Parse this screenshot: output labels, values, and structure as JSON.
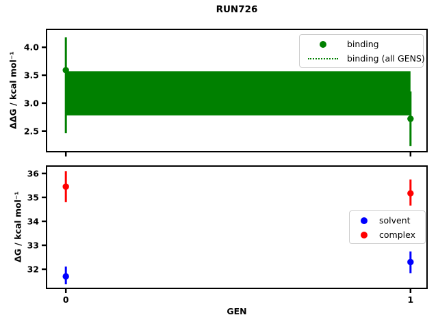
{
  "chart_data": [
    {
      "type": "scatter",
      "title": "RUN726",
      "ylabel": "ΔΔG / kcal mol⁻¹",
      "xlabel": "",
      "xlim": [
        -0.056,
        1.048
      ],
      "ylim": [
        2.13,
        4.32
      ],
      "grid": false,
      "legend_position": "upper right",
      "yticks": {
        "values": [
          2.5,
          3.0,
          3.5,
          4.0
        ],
        "labels": [
          "2.5",
          "3.0",
          "3.5",
          "4.0"
        ]
      },
      "xticks": {
        "values": [
          0,
          1
        ],
        "labels": [
          "0",
          "1"
        ],
        "show_labels": false
      },
      "series": [
        {
          "name": "binding",
          "type": "errorbar",
          "marker": "circle",
          "color": "#008000",
          "x": [
            0,
            1
          ],
          "y": [
            3.59,
            2.72
          ],
          "yerr_upper": [
            4.18,
            3.21
          ],
          "yerr_lower": [
            2.46,
            2.23
          ]
        }
      ],
      "band": {
        "name": "binding (all GENS)",
        "color": "#008000",
        "linestyle": "dotted",
        "x": [
          0,
          1
        ],
        "lower": 2.78,
        "upper": 3.57
      }
    },
    {
      "type": "scatter",
      "title": "",
      "ylabel": "ΔG / kcal mol⁻¹",
      "xlabel": "GEN",
      "xlim": [
        -0.056,
        1.048
      ],
      "ylim": [
        31.2,
        36.31
      ],
      "grid": false,
      "legend_position": "center right",
      "yticks": {
        "values": [
          32,
          33,
          34,
          35,
          36
        ],
        "labels": [
          "32",
          "33",
          "34",
          "35",
          "36"
        ]
      },
      "xticks": {
        "values": [
          0,
          1
        ],
        "labels": [
          "0",
          "1"
        ],
        "show_labels": true
      },
      "series": [
        {
          "name": "solvent",
          "type": "errorbar",
          "marker": "circle",
          "color": "#0000ff",
          "x": [
            0,
            1
          ],
          "y": [
            31.7,
            32.3
          ],
          "yerr_upper": [
            32.11,
            32.74
          ],
          "yerr_lower": [
            31.37,
            31.83
          ]
        },
        {
          "name": "complex",
          "type": "errorbar",
          "marker": "circle",
          "color": "#ff0000",
          "x": [
            0,
            1
          ],
          "y": [
            35.45,
            35.17
          ],
          "yerr_upper": [
            36.1,
            35.75
          ],
          "yerr_lower": [
            34.8,
            34.66
          ]
        }
      ]
    }
  ]
}
